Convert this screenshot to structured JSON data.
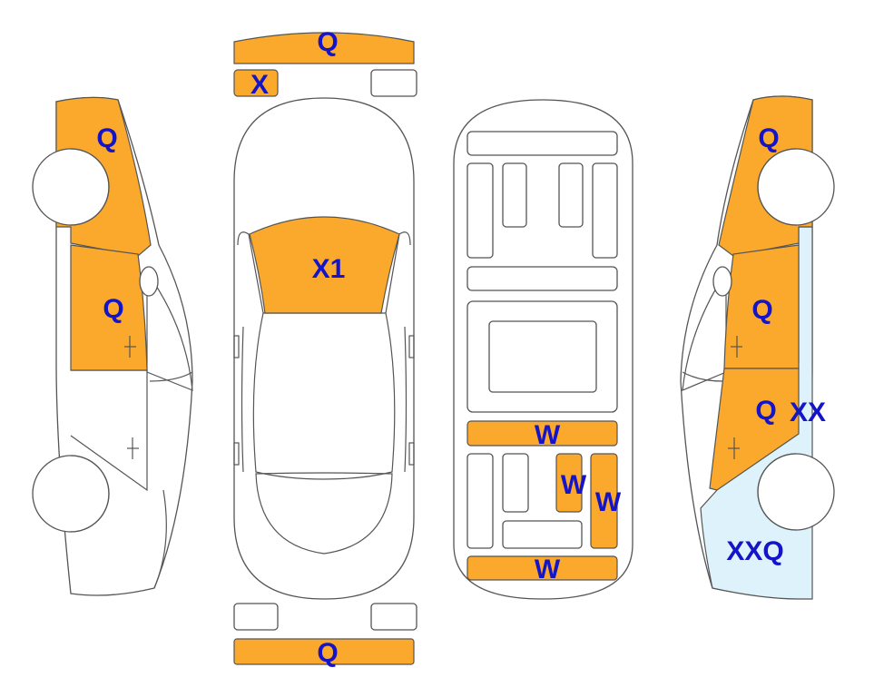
{
  "colors": {
    "damage": "#FBA92C",
    "alt": "#DDF2FA",
    "outline": "#555555",
    "label": "#1414C8"
  },
  "labels": {
    "front_bumper": "Q",
    "front_left_part": "X",
    "hood": "X1",
    "rear_bumper": "Q",
    "left_front_fender": "Q",
    "left_front_door": "Q",
    "right_front_fender": "Q",
    "right_front_door": "Q",
    "right_rear_door_a": "Q",
    "right_rear_door_b": "XX",
    "right_rear_quarter": "XXQ",
    "floor_mid_bar": "W",
    "floor_small_rail": "W",
    "floor_right_rail": "W",
    "floor_rear_bar": "W"
  }
}
